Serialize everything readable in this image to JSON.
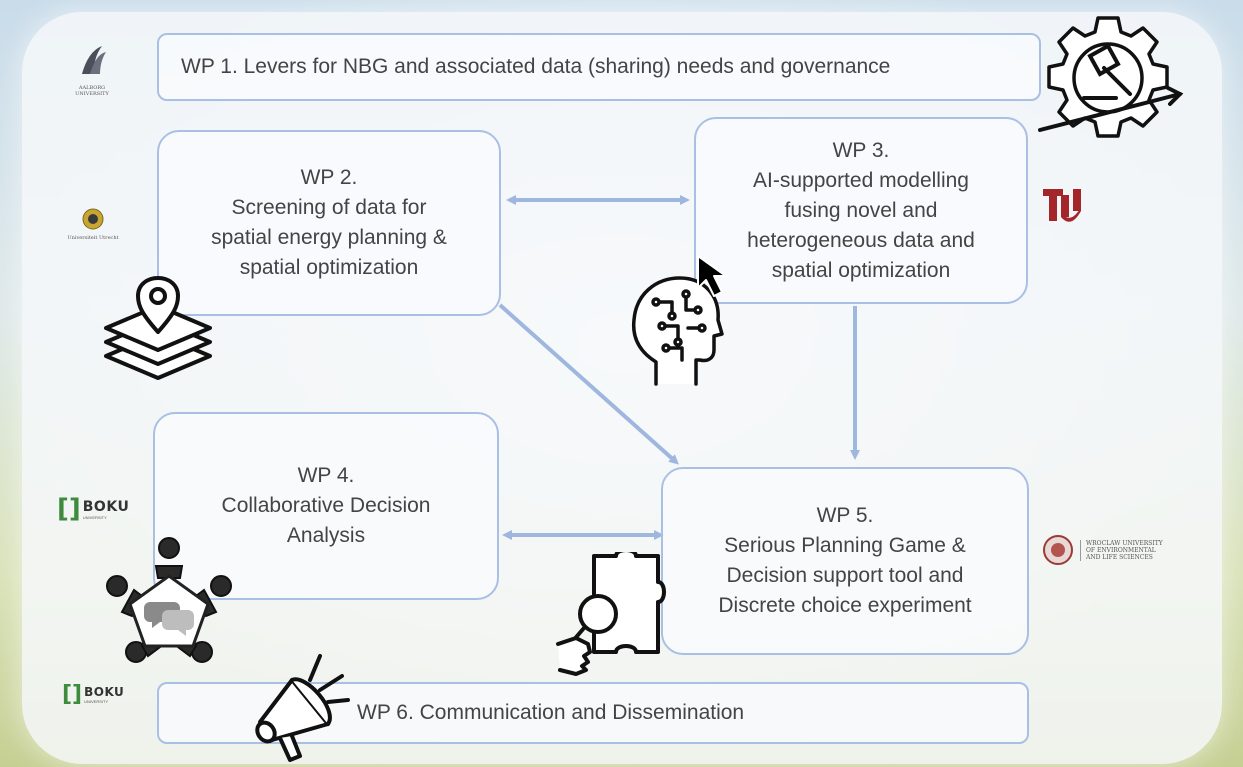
{
  "work_packages": {
    "wp1": {
      "line1": "WP 1. Levers for NBG and associated data (sharing) needs and governance"
    },
    "wp2": {
      "line1": "WP 2.",
      "line2": "Screening of data for",
      "line3": "spatial energy planning &",
      "line4": "spatial optimization"
    },
    "wp3": {
      "line1": "WP 3.",
      "line2": "AI-supported modelling",
      "line3": "fusing novel and",
      "line4": "heterogeneous data and",
      "line5": "spatial optimization"
    },
    "wp4": {
      "line1": "WP 4.",
      "line2": "Collaborative Decision",
      "line3": "Analysis"
    },
    "wp5": {
      "line1": "WP 5.",
      "line2": "Serious Planning Game &",
      "line3": "Decision support tool and",
      "line4": "Discrete choice experiment"
    },
    "wp6": {
      "line1": "WP 6. Communication and Dissemination"
    }
  },
  "logos": {
    "aalborg": {
      "line1": "AALBORG",
      "line2": "UNIVERSITY"
    },
    "utrecht": {
      "text": "Universiteit Utrecht"
    },
    "boku_wp4": {
      "brand": "BOKU",
      "sub": "UNIVERSITY"
    },
    "boku_wp6": {
      "brand": "BOKU",
      "sub": "UNIVERSITY"
    },
    "wroclaw": {
      "line1": "WROCLAW UNIVERSITY",
      "line2": "OF ENVIRONMENTAL",
      "line3": "AND LIFE SCIENCES"
    }
  },
  "icons": {
    "wp1": "governance-gear-gavel-icon",
    "wp2": "map-layers-pin-icon",
    "wp3": "ai-head-circuit-icon",
    "wp4": "team-meeting-icon",
    "wp5": "puzzle-magnifier-icon",
    "wp6": "megaphone-icon",
    "cursor": "mouse-pointer-icon"
  },
  "colors": {
    "box_border": "#a9c0e4",
    "arrow": "#9fb6df",
    "text": "#444444",
    "tu_red": "#a3262a",
    "boku_green": "#3f8b3e"
  }
}
